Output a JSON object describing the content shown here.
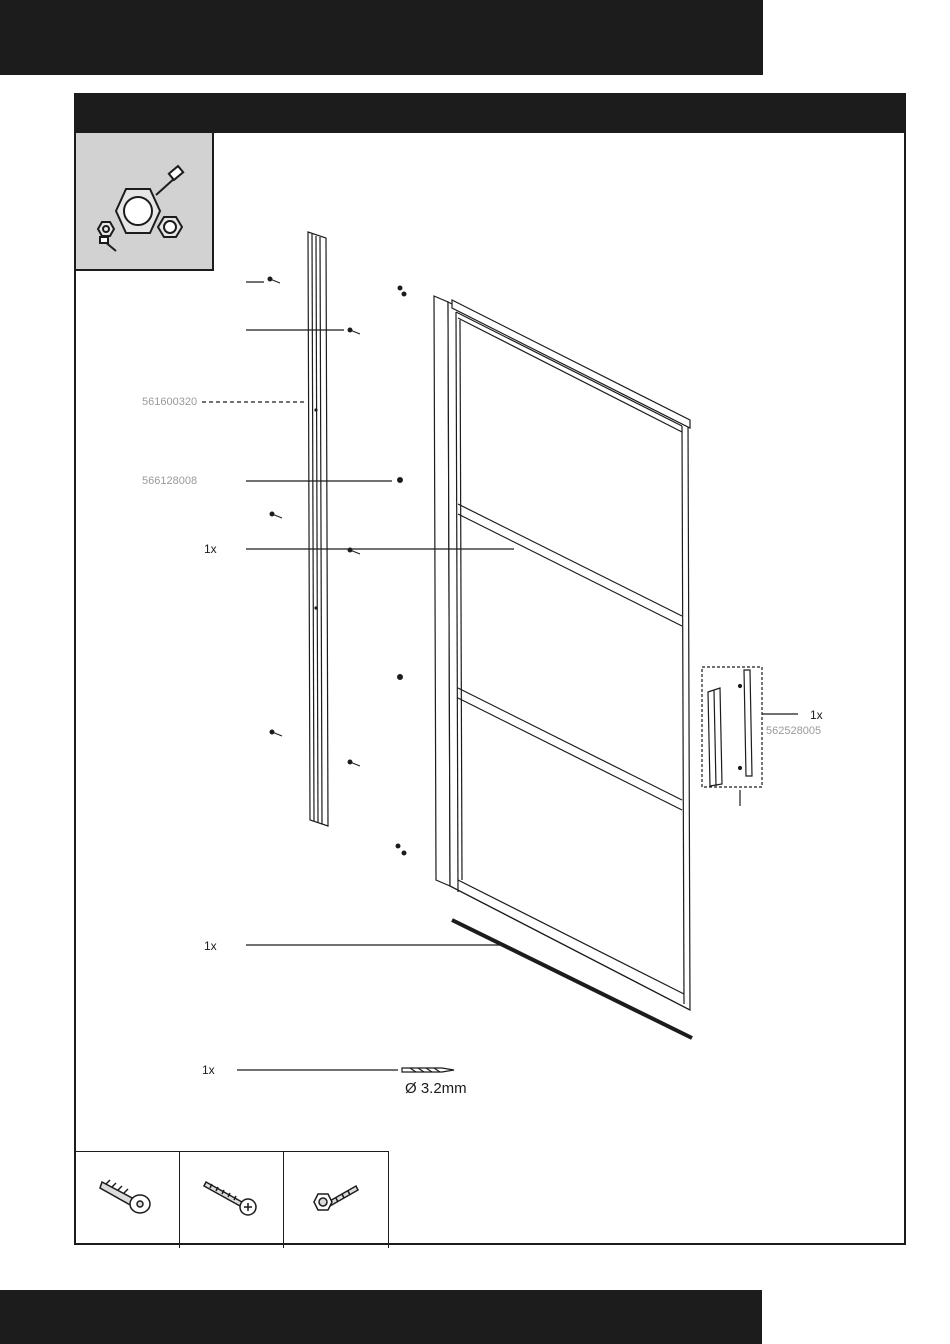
{
  "labels": {
    "profile_part": "561600320",
    "screw_part": "566128008",
    "handle_part": "562528005"
  },
  "quantities": {
    "door_panel": "1x",
    "bottom_seal": "1x",
    "drill_bit": "1x",
    "handle": "1x"
  },
  "drill": {
    "diameter": "Ø 3.2mm"
  },
  "icons": {
    "tools": "tools-icon",
    "parts": [
      "wall-plug-icon",
      "screw-icon",
      "hex-screw-icon"
    ]
  },
  "colors": {
    "dark": "#1c1c1c",
    "tool_box_bg": "#d2d2d2",
    "label_gray": "#9a9a9a"
  }
}
